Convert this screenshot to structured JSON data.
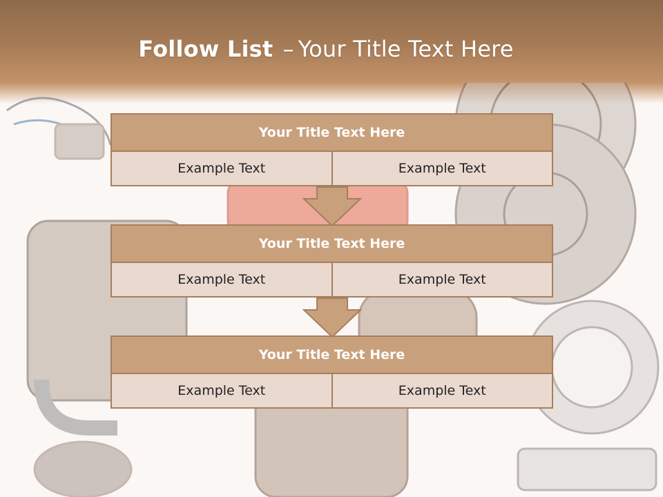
{
  "slide": {
    "title_bold": "Follow List",
    "title_dash": "–",
    "title_rest": "Your Title Text Here"
  },
  "steps": [
    {
      "title": "Your Title Text Here",
      "left": "Example Text",
      "right": "Example Text"
    },
    {
      "title": "Your Title Text Here",
      "left": "Example Text",
      "right": "Example Text"
    },
    {
      "title": "Your Title Text Here",
      "left": "Example Text",
      "right": "Example Text"
    }
  ],
  "colors": {
    "header": "#a77c57",
    "box_head": "#c9a07c",
    "box_cell": "#ead9cf",
    "border": "#a67f5e",
    "accent_red": "#d9553c"
  },
  "background_image": "car-parts-photo"
}
